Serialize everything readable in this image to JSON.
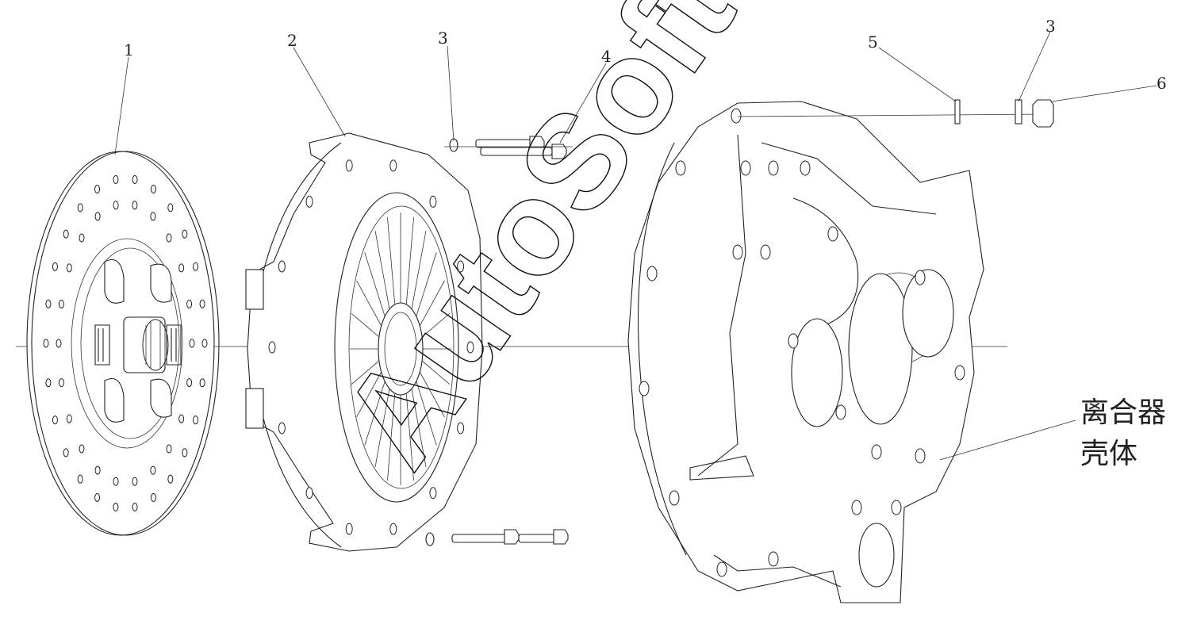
{
  "callouts": [
    {
      "id": "1",
      "text": "1"
    },
    {
      "id": "2",
      "text": "2"
    },
    {
      "id": "3a",
      "text": "3"
    },
    {
      "id": "4",
      "text": "4"
    },
    {
      "id": "5",
      "text": "5"
    },
    {
      "id": "3b",
      "text": "3"
    },
    {
      "id": "6",
      "text": "6"
    }
  ],
  "housing_label": {
    "line1": "离合器",
    "line2": "壳体"
  },
  "watermark": {
    "text": "AutoSoft"
  }
}
